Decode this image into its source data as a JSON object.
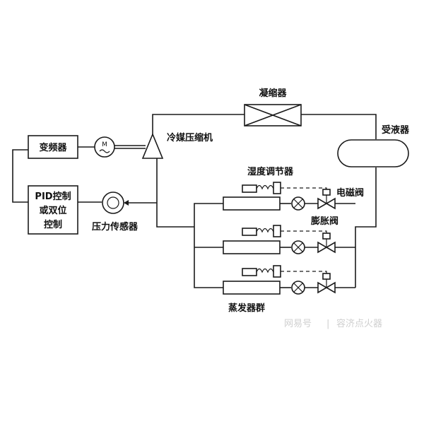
{
  "labels": {
    "inverter": "变频器",
    "motor": "M",
    "compressor": "冷媒压缩机",
    "condenser": "凝缩器",
    "receiver": "受液器",
    "pid_line1": "PID控制",
    "pid_line2": "或双位",
    "pid_line3": "控制",
    "pressure_sensor": "压力传感器",
    "humidity_regulator": "湿度调节器",
    "solenoid_valve": "电磁阀",
    "expansion_valve": "膨胀阀",
    "evaporator_group": "蒸发器群"
  },
  "watermark": {
    "brand": "网易号",
    "separator": "|",
    "author": "容济点火器"
  }
}
